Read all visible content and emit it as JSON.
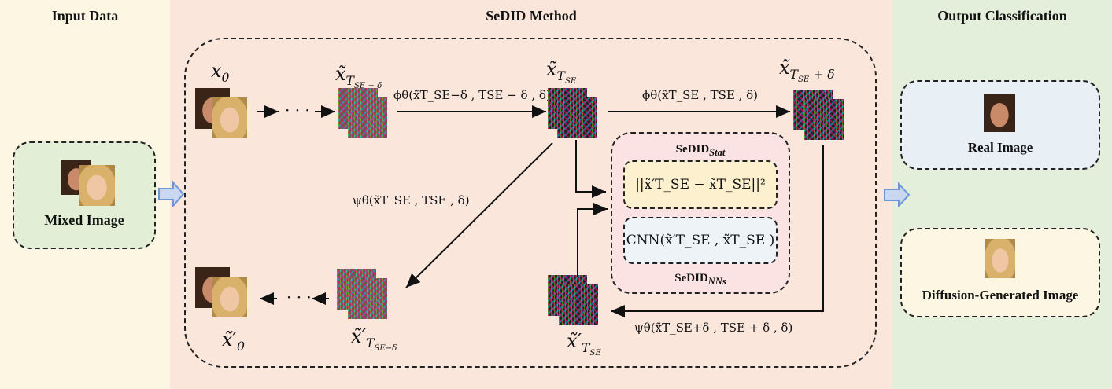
{
  "panels": {
    "input": {
      "title": "Input Data",
      "box_label": "Mixed Image"
    },
    "method": {
      "title": "SeDID Method"
    },
    "output": {
      "title": "Output Classification",
      "real_label": "Real Image",
      "generated_label": "Diffusion-Generated Image"
    }
  },
  "nodes": {
    "x0": "x₀",
    "x_tse_minus": "x̃_{T_{SE − δ}}",
    "x_tse": "x̃_{T_{SE}}",
    "x_tse_plus": "x̃_{T_{SE} + δ}",
    "x0_prime": "x̃′₀",
    "x_prime_tse_minus": "x̃′_{T_{SE−δ}}",
    "x_prime_tse": "x̃′_{T_{SE}}",
    "ellipsis": "· · ·"
  },
  "formulas": {
    "phi_1": "ϕθ(x̃T_SE−δ , TSE − δ , δ)",
    "phi_2": "ϕθ(x̃T_SE , TSE , δ)",
    "psi_1": "ψθ(x̃T_SE , TSE , δ)",
    "psi_2": "ψθ(x̃T_SE+δ , TSE + δ , δ)"
  },
  "sedid": {
    "stat_label": "SeDID",
    "stat_sub": "Stat",
    "nns_label": "SeDID",
    "nns_sub": "NNs",
    "stat_formula": "||x̃′T_SE − x̃T_SE||²",
    "cnn_formula": "CNN(x̃′T_SE , x̃T_SE )"
  },
  "colors": {
    "input_bg": "#fdf6e3",
    "method_bg": "#fbe6dc",
    "output_bg": "#e3efda",
    "stat_bg": "#fdf0cf",
    "cnn_bg": "#eef3f8",
    "sedid_bg": "#fbe3e3",
    "arrow_blue": "#6f97d6"
  }
}
